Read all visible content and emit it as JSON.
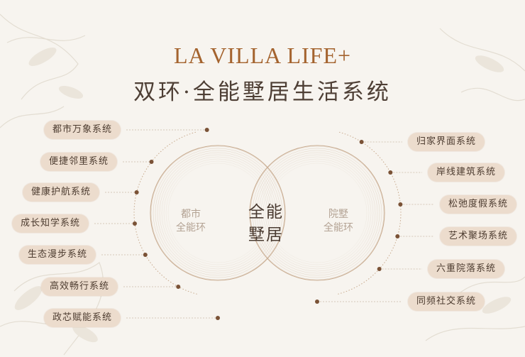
{
  "title_en": "LA VILLA LIFE+",
  "title_zh": "双环·全能墅居生活系统",
  "center_label": "全能\n墅居",
  "left_ring_label": "都市\n全能环",
  "right_ring_label": "院墅\n全能环",
  "left_systems": [
    "都市万象系统",
    "便捷邻里系统",
    "健康护航系统",
    "成长知学系统",
    "生态漫步系统",
    "高效畅行系统",
    "政芯赋能系统"
  ],
  "right_systems": [
    "归家界面系统",
    "岸线建筑系统",
    "松弛度假系统",
    "艺术聚场系统",
    "六重院落系统",
    "同频社交系统"
  ],
  "colors": {
    "accent": "#a4632e",
    "pill": "#ecdccd",
    "dot": "#7a5236",
    "background": "#f7f4ef"
  }
}
